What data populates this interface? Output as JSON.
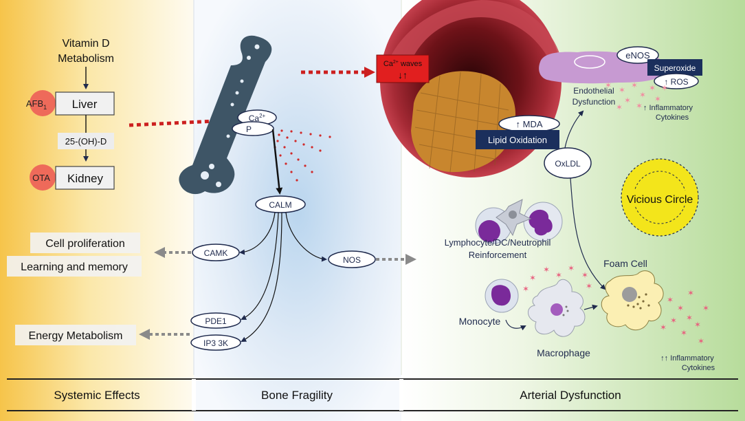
{
  "systemic": {
    "vitd_line1": "Vitamin D",
    "vitd_line2": "Metabolism",
    "liver": "Liver",
    "afb": "AFB",
    "afb_sub": "1",
    "hydroxy": "25-(OH)-D",
    "kidney": "Kidney",
    "ota": "OTA",
    "cell_prolif": "Cell proliferation",
    "learning": "Learning and memory",
    "energy": "Energy Metabolism"
  },
  "bone": {
    "ca": "Ca",
    "ca_sup": "2+",
    "p": "P",
    "calm": "CALM",
    "camk": "CAMK",
    "nos": "NOS",
    "pde1": "PDE1",
    "ip3": "IP3 3K"
  },
  "arterial": {
    "ca_waves_ca": "Ca",
    "ca_waves_sup": "2+",
    "ca_waves_word": " waves",
    "ca_waves_arrows": "↓↑",
    "enos": "eNOS",
    "superoxide": "Superoxide",
    "ros": "↑ ROS",
    "endo_line1": "Endothelial",
    "endo_line2": "Dysfunction",
    "infl1_line1": "↑ Inflammatory",
    "infl1_line2": "Cytokines",
    "mda": "↑ MDA",
    "lipid": "Lipid Oxidation",
    "oxldl": "OxLDL",
    "vicious": "Vicious Circle",
    "lympho_line1": "Lymphocyte/DC/Neutrophil",
    "lympho_line2": "Reinforcement",
    "foam": "Foam Cell",
    "monocyte": "Monocyte",
    "macrophage": "Macrophage",
    "infl2_line1": "↑↑ Inflammatory",
    "infl2_line2": "Cytokines"
  },
  "footer": {
    "systemic": "Systemic Effects",
    "bone": "Bone Fragility",
    "arterial": "Arterial Dysfunction"
  },
  "colors": {
    "accent_red": "#cc1f1f",
    "navy": "#1f2a4d",
    "box_navy": "#1b2f5c",
    "bone": "#3e5566",
    "yellow": "#f3e51b"
  }
}
